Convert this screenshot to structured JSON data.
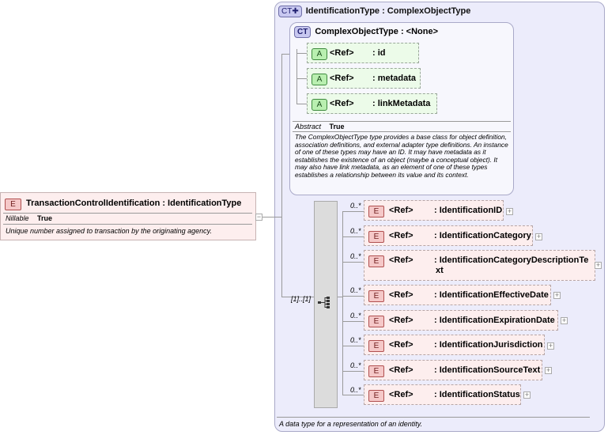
{
  "complex_type": {
    "badge": "CT",
    "title": "IdentificationType : ComplexObjectType",
    "footer": "A data type for a representation of an identity."
  },
  "base_type": {
    "badge": "CT",
    "title": "ComplexObjectType : <None>",
    "attributes": [
      {
        "badge": "A",
        "ref": "<Ref>",
        "name": ": id"
      },
      {
        "badge": "A",
        "ref": "<Ref>",
        "name": ": metadata"
      },
      {
        "badge": "A",
        "ref": "<Ref>",
        "name": ": linkMetadata"
      }
    ],
    "abstract_label": "Abstract",
    "abstract_value": "True",
    "description": "The ComplexObjectType type provides a base class for object definition, association definitions, and external adapter type definitions. An instance of one of these types may have an ID. It may have metadata as it establishes the existence of an object (maybe a conceptual object). It may also have link metadata, as an element of one of these types establishes a relationship between its value and its context."
  },
  "root_element": {
    "badge": "E",
    "title": "TransactionControlIdentification : IdentificationType",
    "nillable_label": "Nillable",
    "nillable_value": "True",
    "description": "Unique number assigned to transaction by the originating agency.",
    "collapse_symbol": "−"
  },
  "sequence": {
    "cardinality": "[1]..[1]"
  },
  "elements": [
    {
      "badge": "E",
      "ref": "<Ref>",
      "name": ": IdentificationID",
      "card": "0..*",
      "plus": "+"
    },
    {
      "badge": "E",
      "ref": "<Ref>",
      "name": ": IdentificationCategory",
      "card": "0..*",
      "plus": "+"
    },
    {
      "badge": "E",
      "ref": "<Ref>",
      "name": ": IdentificationCategoryDescriptionTe",
      "name2": "xt",
      "card": "0..*",
      "plus": "+"
    },
    {
      "badge": "E",
      "ref": "<Ref>",
      "name": ": IdentificationEffectiveDate",
      "card": "0..*",
      "plus": "+"
    },
    {
      "badge": "E",
      "ref": "<Ref>",
      "name": ": IdentificationExpirationDate",
      "card": "0..*",
      "plus": "+"
    },
    {
      "badge": "E",
      "ref": "<Ref>",
      "name": ": IdentificationJurisdiction",
      "card": "0..*",
      "plus": "+"
    },
    {
      "badge": "E",
      "ref": "<Ref>",
      "name": ": IdentificationSourceText",
      "card": "0..*",
      "plus": "+"
    },
    {
      "badge": "E",
      "ref": "<Ref>",
      "name": ": IdentificationStatus",
      "card": "0..*",
      "plus": "+"
    }
  ]
}
